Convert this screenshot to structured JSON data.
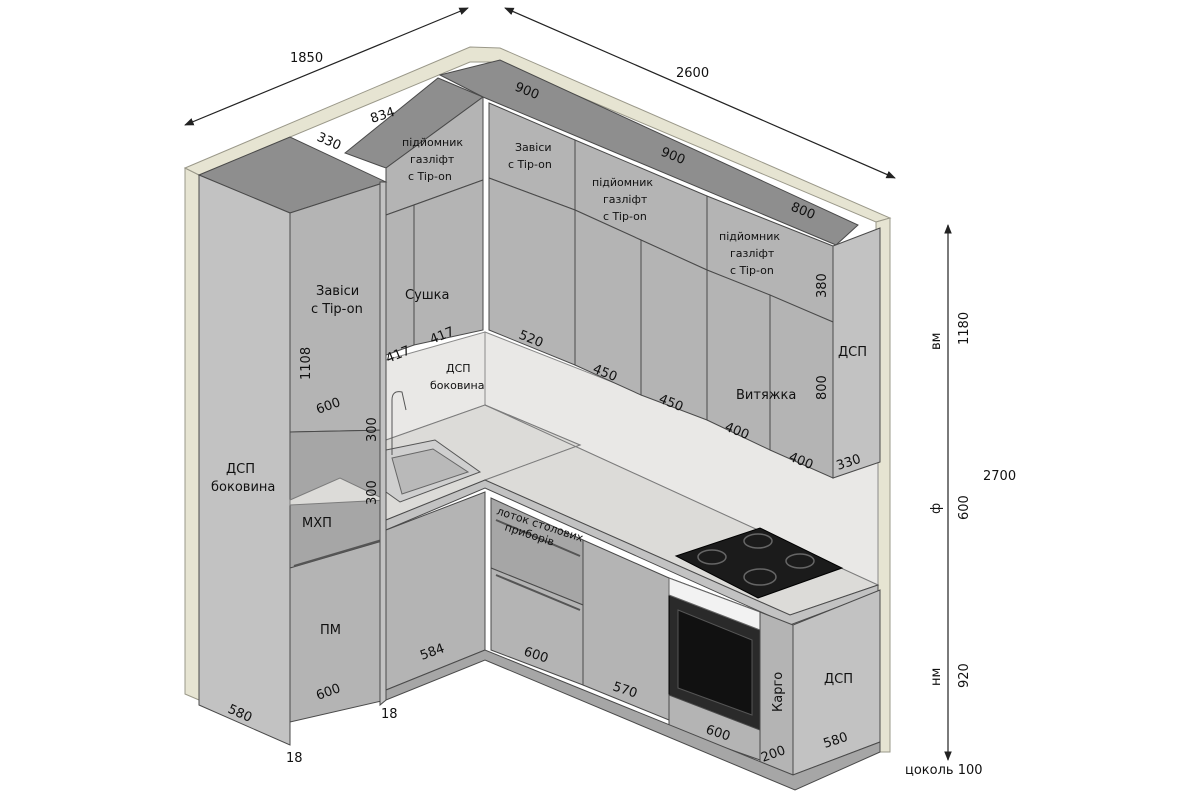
{
  "overall": {
    "width_left": "1850",
    "width_right": "2600",
    "height_total": "2700",
    "vertical_scale": [
      {
        "value": "1180",
        "tag": "вм"
      },
      {
        "value": "600",
        "tag": "ф"
      },
      {
        "value": "920",
        "tag": "нм"
      }
    ],
    "plinth": "цоколь 100"
  },
  "tall_column": {
    "side_panel_line1": "ДСП",
    "side_panel_line2": "боковина",
    "depth_top": "330",
    "upper_hinges_line1": "Завіси",
    "upper_hinges_line2": "с Tip-on",
    "upper_height": "1108",
    "upper_width": "600",
    "niche_label": "МХП",
    "lower_label": "ПМ",
    "lower_width": "600",
    "depth_bottom": "580",
    "thickness_bottom": "18",
    "thickness_right": "18"
  },
  "upper_left": {
    "top_width": "834",
    "lift_line1": "підйомник",
    "lift_line2": "газліфт",
    "lift_line3": "с Tip-on",
    "dryer": "Сушка",
    "door_a": "417",
    "door_b": "417",
    "side_line1": "ДСП",
    "side_line2": "боковина",
    "sink_gap_1": "300",
    "sink_gap_2": "300"
  },
  "upper_right": {
    "top_900_a": "900",
    "top_900_b": "900",
    "top_800": "800",
    "hinges_line1": "Завіси",
    "hinges_line2": "с Tip-on",
    "lift_mid_line1": "підйомник",
    "lift_mid_line2": "газліфт",
    "lift_mid_line3": "с Tip-on",
    "lift_right_line1": "підйомник",
    "lift_right_line2": "газліфт",
    "lift_right_line3": "с Tip-on",
    "door_520": "520",
    "door_450_a": "450",
    "door_450_b": "450",
    "door_400_a": "400",
    "door_400_b": "400",
    "hood": "Витяжка",
    "h_380": "380",
    "h_800": "800",
    "end_panel": "ДСП",
    "end_depth": "330"
  },
  "base": {
    "corner_width": "584",
    "cutlery_line1": "лоток столових",
    "cutlery_line2": "приборів",
    "drawer_width": "600",
    "door_width": "570",
    "oven_width": "600",
    "cargo": "Карго",
    "cargo_width": "200",
    "end_panel": "ДСП",
    "end_depth": "580"
  },
  "colors": {
    "cabinet": "#b4b4b4",
    "wall": "#e6e4d2",
    "marble": "#e9e8e6",
    "hob": "#1b1b1b"
  }
}
